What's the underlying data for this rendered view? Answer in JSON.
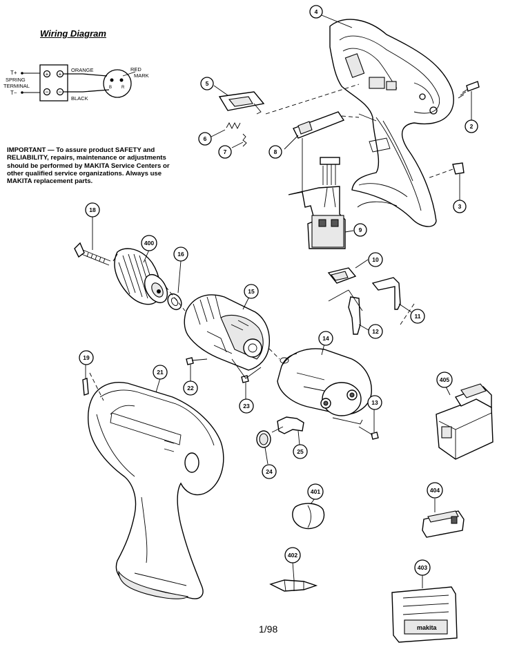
{
  "wiring_diagram": {
    "title": "Wiring Diagram",
    "labels": {
      "plus": "T+",
      "spring": "SPRING",
      "terminal": "TERMINAL",
      "minus": "T−",
      "orange": "ORANGE",
      "black": "BLACK",
      "red": "RED",
      "mark": "MARK"
    }
  },
  "important_note": "IMPORTANT — To assure product SAFETY and RELIABILITY, repairs, maintenance or adjustments should be performed by MAKITA Service Centers or other qualified service organizations. Always use MAKITA replacement parts.",
  "page_number": "1/98",
  "callouts": {
    "p2": "2",
    "p3": "3",
    "p4": "4",
    "p5": "5",
    "p6": "6",
    "p7": "7",
    "p8": "8",
    "p9": "9",
    "p10": "10",
    "p11": "11",
    "p12": "12",
    "p13": "13",
    "p14": "14",
    "p15": "15",
    "p16": "16",
    "p18": "18",
    "p19": "19",
    "p21": "21",
    "p22": "22",
    "p23": "23",
    "p24": "24",
    "p25": "25",
    "p400": "400",
    "p401": "401",
    "p402": "402",
    "p403": "403",
    "p404": "404",
    "p405": "405"
  },
  "battery_label": "makita"
}
